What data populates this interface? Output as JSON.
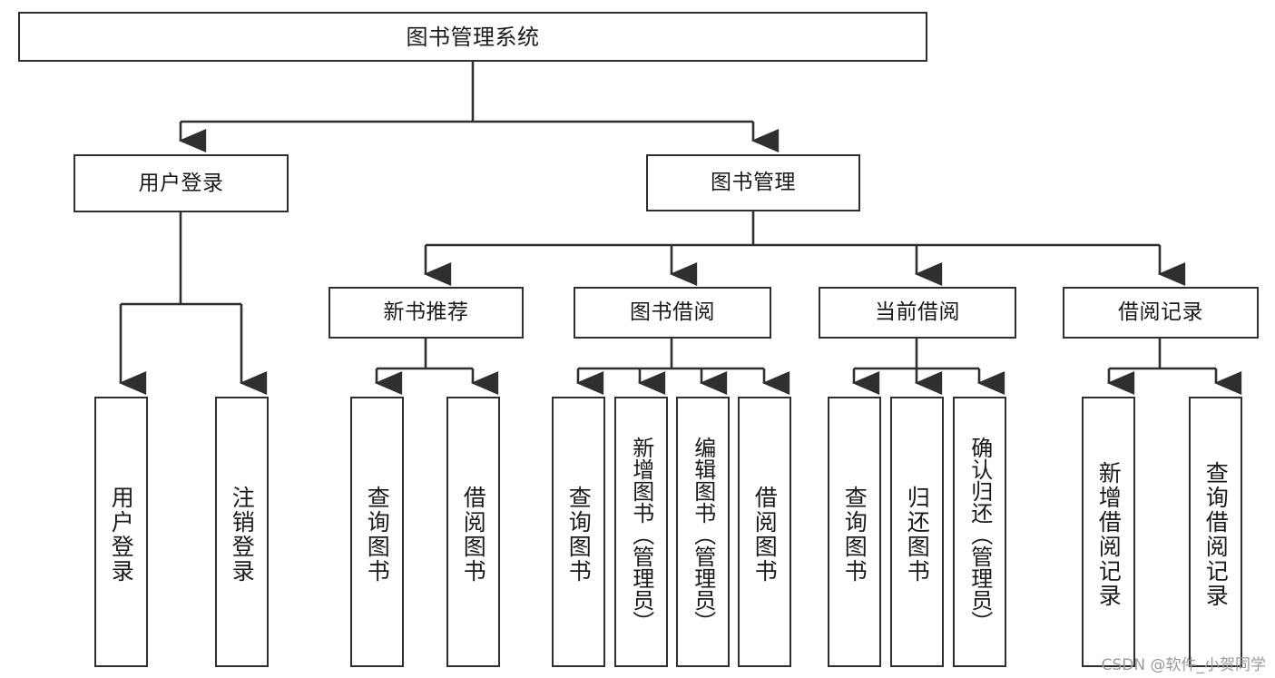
{
  "diagram": {
    "title": "图书管理系统",
    "type": "tree-hierarchy-chart",
    "stroke_color": "#2f2f2f",
    "fill_color": "#ffffff",
    "text_color": "#1a1a1a"
  },
  "nodes": {
    "root": {
      "label": "图书管理系统"
    },
    "level2": [
      {
        "label": "用户登录"
      },
      {
        "label": "图书管理"
      }
    ],
    "level3": [
      {
        "label": "新书推荐"
      },
      {
        "label": "图书借阅"
      },
      {
        "label": "当前借阅"
      },
      {
        "label": "借阅记录"
      }
    ],
    "leaves": {
      "user_login": [
        {
          "label": "用户登录"
        },
        {
          "label": "注销登录"
        }
      ],
      "new_book_recommend": [
        {
          "label": "查询图书"
        },
        {
          "label": "借阅图书"
        }
      ],
      "book_borrow": [
        {
          "label": "查询图书"
        },
        {
          "label": "新增图书（管理员）"
        },
        {
          "label": "编辑图书（管理员）"
        },
        {
          "label": "借阅图书"
        }
      ],
      "current_borrow": [
        {
          "label": "查询图书"
        },
        {
          "label": "归还图书"
        },
        {
          "label": "确认归还（管理员）"
        }
      ],
      "borrow_record": [
        {
          "label": "新增借阅记录"
        },
        {
          "label": "查询借阅记录"
        }
      ]
    }
  },
  "watermark": {
    "text": "CSDN @软件_小贺同学"
  }
}
